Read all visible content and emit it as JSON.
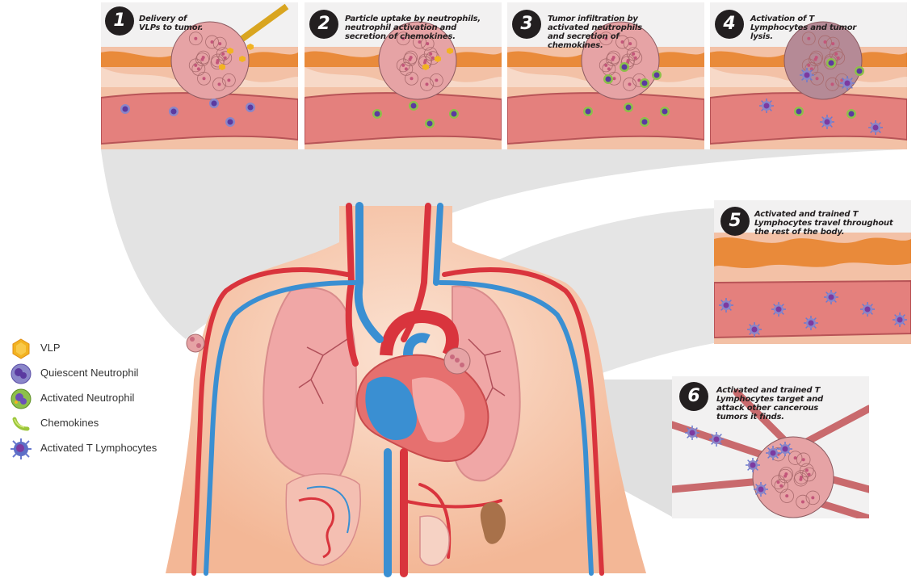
{
  "colors": {
    "tissue": "#f0a987",
    "fat_orange": "#e98a3a",
    "vessel": "#e4807d",
    "tumor": "#e6a3a5",
    "artery": "#d9343d",
    "vein": "#3a8fd2",
    "skin": "#f7c9ad",
    "vlp": "#f2b322",
    "neutrophil": "#6b4fb8",
    "activated": "#6ea534",
    "chemokine": "#9cc63b",
    "t_lymphocyte": "#5d6fc7"
  },
  "steps": [
    {
      "num": "1",
      "text": "Delivery of VLPs to tumor."
    },
    {
      "num": "2",
      "text": "Particle uptake by neutrophils, neutrophil activation and secretion of chemokines."
    },
    {
      "num": "3",
      "text": "Tumor infiltration by activated neutrophils and secretion of chemokines."
    },
    {
      "num": "4",
      "text": "Activation of T Lymphocytes and tumor lysis."
    },
    {
      "num": "5",
      "text": "Activated and trained T Lymphocytes travel throughout  the rest of the body."
    },
    {
      "num": "6",
      "text": "Activated and trained T Lymphocytes target and attack other cancerous tumors it finds."
    }
  ],
  "legend": [
    {
      "label": "VLP",
      "icon": "vlp-hexagon-icon"
    },
    {
      "label": "Quiescent Neutrophil",
      "icon": "quiescent-neutrophil-icon"
    },
    {
      "label": "Activated Neutrophil",
      "icon": "activated-neutrophil-icon"
    },
    {
      "label": "Chemokines",
      "icon": "chemokine-icon"
    },
    {
      "label": "Activated T Lymphocytes",
      "icon": "t-lymphocyte-icon"
    }
  ]
}
